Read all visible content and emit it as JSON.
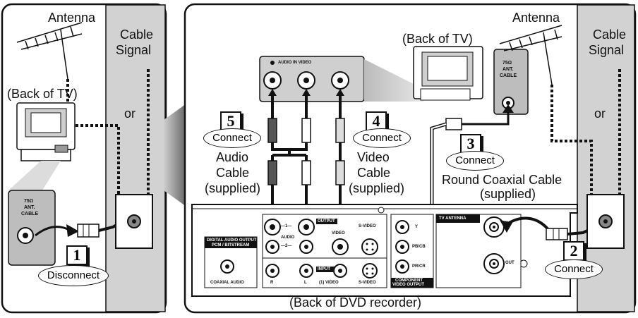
{
  "left": {
    "antenna": "Antenna",
    "cable_signal_1": "Cable",
    "cable_signal_2": "Signal",
    "or": "or",
    "back_of_tv": "(Back of TV)",
    "port_label_1": "75Ω",
    "port_label_2": "ANT.",
    "port_label_3": "CABLE",
    "step_number": "1",
    "step_action": "Disconnect"
  },
  "right": {
    "antenna": "Antenna",
    "cable_signal_1": "Cable",
    "cable_signal_2": "Signal",
    "or": "or",
    "back_of_tv": "(Back of TV)",
    "tv_port_label_1": "75Ω",
    "tv_port_label_2": "ANT.",
    "tv_port_label_3": "CABLE",
    "tv_input_label": "AUDIO IN  VIDEO",
    "step5_number": "5",
    "step5_action": "Connect",
    "audio_cable_1": "Audio",
    "audio_cable_2": "Cable",
    "audio_cable_3": "(supplied)",
    "step4_number": "4",
    "step4_action": "Connect",
    "video_cable_1": "Video",
    "video_cable_2": "Cable",
    "video_cable_3": "(supplied)",
    "step3_number": "3",
    "step3_action": "Connect",
    "coax_1": "Round Coaxial Cable",
    "coax_2": "(supplied)",
    "step2_number": "2",
    "step2_action": "Connect",
    "recorder_caption": "(Back of DVD recorder)",
    "panel": {
      "digital_out_1": "DIGITAL AUDIO OUTPUT",
      "digital_out_2": "PCM / BITSTREAM",
      "coaxial_audio": "COAXIAL AUDIO",
      "output": "OUTPUT",
      "audio": "AUDIO",
      "video": "VIDEO",
      "s_video": "S-VIDEO",
      "input": "INPUT",
      "in_video": "(1) VIDEO",
      "in_s_video": "S-VIDEO",
      "r": "R",
      "l": "L",
      "y": "Y",
      "pbcb": "PB/CB",
      "prcr": "PR/CR",
      "component_1": "COMPONENT",
      "component_2": "VIDEO OUTPUT",
      "tv_antenna": "TV ANTENNA",
      "out": "OUT",
      "in": "IN",
      "one": "—1—",
      "two": "—2—"
    }
  }
}
